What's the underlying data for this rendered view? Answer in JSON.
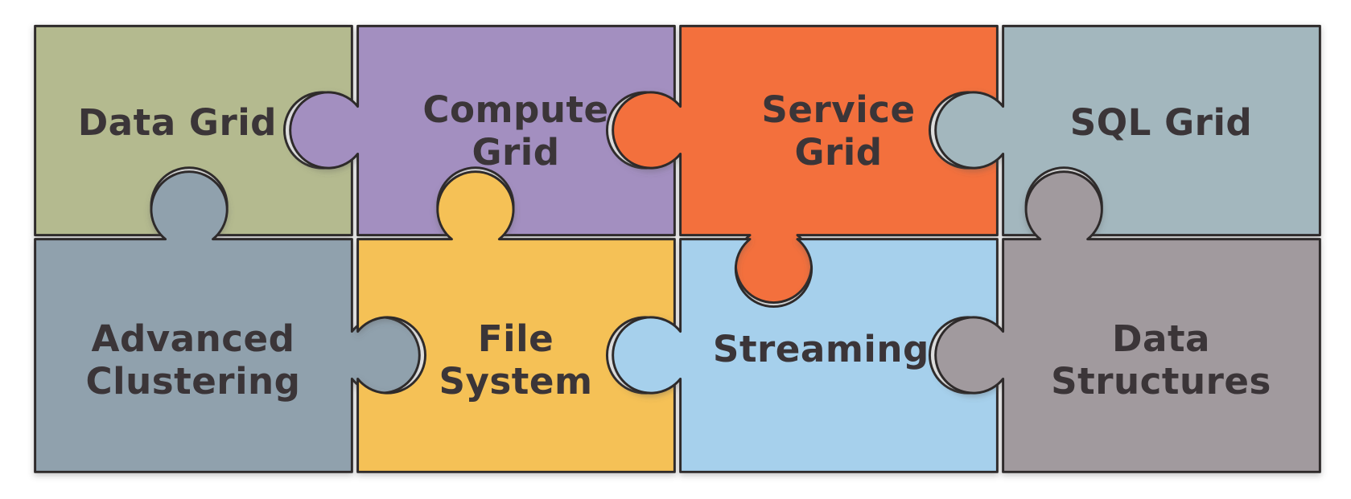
{
  "figure": {
    "background": "#ffffff",
    "text_color": "#3a3537",
    "outline_color": "#2d2a2b"
  },
  "pieces": [
    {
      "id": "data-grid",
      "lines": [
        "Data Grid"
      ],
      "color": "#b4ba8f"
    },
    {
      "id": "compute-grid",
      "lines": [
        "Compute",
        "Grid"
      ],
      "color": "#a38fc0"
    },
    {
      "id": "service-grid",
      "lines": [
        "Service",
        "Grid"
      ],
      "color": "#f3703c"
    },
    {
      "id": "sql-grid",
      "lines": [
        "SQL Grid"
      ],
      "color": "#a3b7be"
    },
    {
      "id": "advanced-clustering",
      "lines": [
        "Advanced",
        "Clustering"
      ],
      "color": "#90a1ad"
    },
    {
      "id": "file-system",
      "lines": [
        "File",
        "System"
      ],
      "color": "#f5c157"
    },
    {
      "id": "streaming",
      "lines": [
        "Streaming"
      ],
      "color": "#a6d0ec"
    },
    {
      "id": "data-structures",
      "lines": [
        "Data",
        "Structures"
      ],
      "color": "#a19a9e"
    }
  ]
}
